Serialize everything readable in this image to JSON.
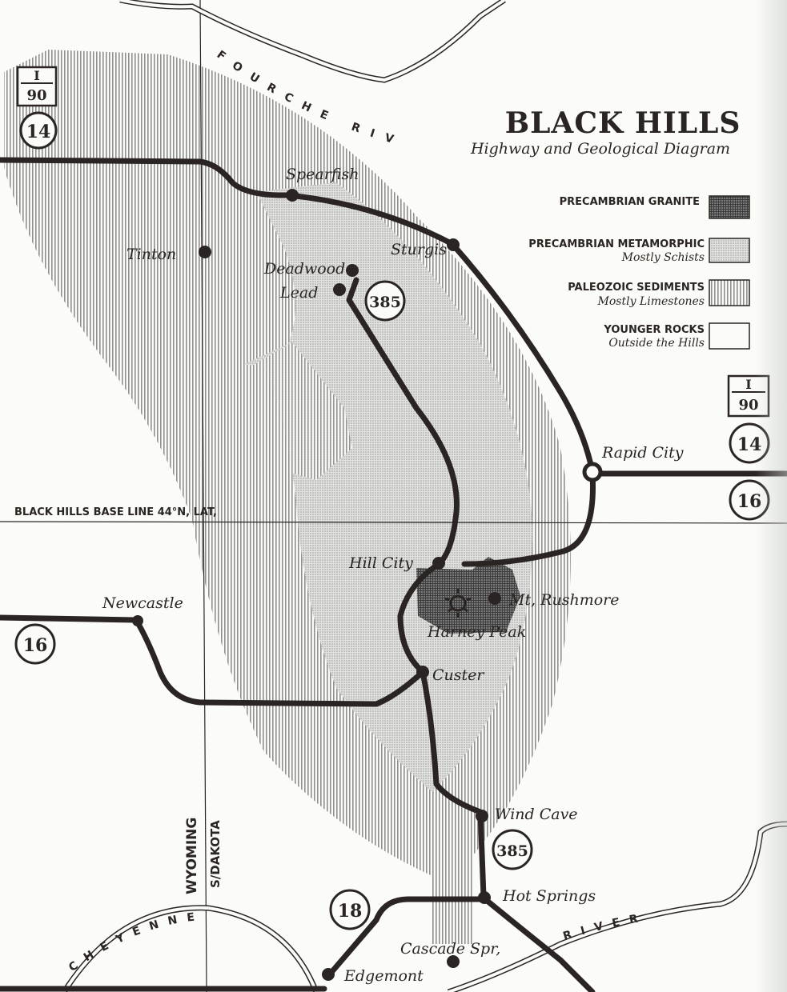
{
  "title": "BLACK HILLS",
  "subtitle": "Highway and Geological Diagram",
  "legend": [
    {
      "line1": "PRECAMBRIAN GRANITE",
      "line2": "",
      "pattern": "granite"
    },
    {
      "line1": "PRECAMBRIAN METAMORPHIC",
      "line2": "Mostly Schists",
      "pattern": "metamorphic"
    },
    {
      "line1": "PALEOZOIC SEDIMENTS",
      "line2": "Mostly Limestones",
      "pattern": "paleozoic"
    },
    {
      "line1": "YOUNGER ROCKS",
      "line2": "Outside the Hills",
      "pattern": "younger"
    }
  ],
  "base_line": "BLACK HILLS BASE LINE 44°N, LAT,",
  "states": {
    "west": "WYOMING",
    "east": "S/DAKOTA"
  },
  "rivers": {
    "north": "FOURCHE RIV",
    "south_west": "CHEYENNE",
    "south_east": "RIVER"
  },
  "cities": {
    "spearfish": "Spearfish",
    "sturgis": "Sturgis",
    "tinton": "Tinton",
    "deadwood": "Deadwood",
    "lead": "Lead",
    "rapid_city": "Rapid City",
    "hill_city": "Hill City",
    "mt_rushmore": "Mt, Rushmore",
    "harney_peak": "Harney Peak",
    "newcastle": "Newcastle",
    "custer": "Custer",
    "wind_cave": "Wind Cave",
    "hot_springs": "Hot Springs",
    "cascade_spr": "Cascade Spr,",
    "edgemont": "Edgemont"
  },
  "route_shields": {
    "i90_nw": {
      "top": "I",
      "bottom": "90"
    },
    "us14_nw": "14",
    "i90_e": {
      "top": "I",
      "bottom": "90"
    },
    "us14_e": "14",
    "us16_e": "16",
    "us16_w": "16",
    "sr385_n": "385",
    "sr385_s": "385",
    "us18": "18"
  },
  "colors": {
    "ink": "#2a2522",
    "paper": "#fbfbf8",
    "sediment": "#8a8a8a",
    "schist": "#cfcfcf"
  }
}
